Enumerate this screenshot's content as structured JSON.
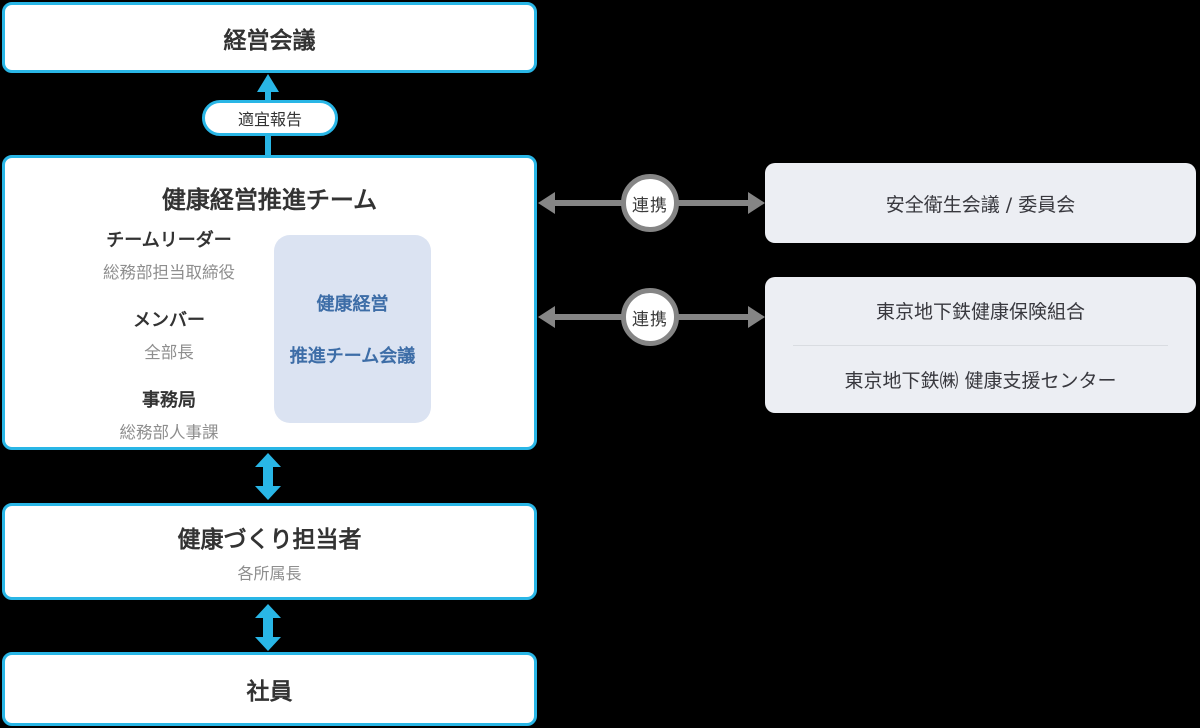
{
  "colors": {
    "background": "#000000",
    "cyan": "#29b6e6",
    "arrow_gray": "#858585",
    "panel_gray": "#eceef3",
    "inner_blue_bg": "#dbe3f2",
    "inner_blue_text": "#3d6da7",
    "text_dark": "#333333",
    "text_muted": "#8e8e8e",
    "divider": "#d9dce1"
  },
  "nodes": {
    "management_meeting": {
      "label": "経営会議"
    },
    "report_badge": {
      "label": "適宜報告"
    },
    "promotion_team": {
      "title": "健康経営推進チーム",
      "roles": [
        {
          "title": "チームリーダー",
          "detail": "総務部担当取締役"
        },
        {
          "title": "メンバー",
          "detail": "全部長"
        },
        {
          "title": "事務局",
          "detail": "総務部人事課"
        }
      ],
      "meeting_box": {
        "line1": "健康経営",
        "line2": "推進チーム会議"
      }
    },
    "health_staff": {
      "title": "健康づくり担当者",
      "subtitle": "各所属長"
    },
    "employees": {
      "label": "社員"
    },
    "safety_committee": {
      "label": "安全衛生会議 / 委員会"
    },
    "partners": {
      "line1": "東京地下鉄健康保険組合",
      "line2": "東京地下鉄㈱ 健康支援センター"
    }
  },
  "connectors": {
    "cooperation_label": "連携"
  }
}
